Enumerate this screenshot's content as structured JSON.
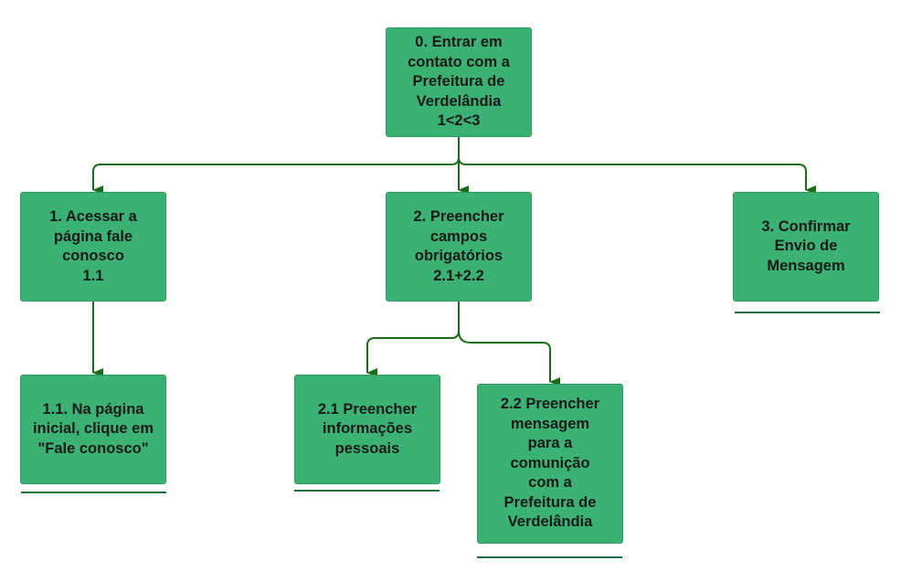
{
  "nodes": {
    "root": {
      "label": "0. Entrar em\ncontato com a\nPrefeitura de\nVerdelândia\n1<2<3"
    },
    "n1": {
      "label": "1. Acessar a\npágina fale\nconosco\n1.1"
    },
    "n2": {
      "label": "2. Preencher\ncampos\nobrigatórios\n2.1+2.2"
    },
    "n3": {
      "label": "3. Confirmar\nEnvio de\nMensagem"
    },
    "n11": {
      "label": "1.1. Na página\ninicial, clique em\n\"Fale conosco\""
    },
    "n21": {
      "label": "2.1 Preencher\ninformações\npessoais"
    },
    "n22": {
      "label": "2.2 Preencher\nmensagem\npara a\ncomunição\ncom a\nPrefeitura de\nVerdelândia"
    }
  },
  "colors": {
    "node_fill": "#3bb273",
    "node_border": "#2e9a5f",
    "connector": "#1a6b1a",
    "underline": "#1f6f3a"
  }
}
